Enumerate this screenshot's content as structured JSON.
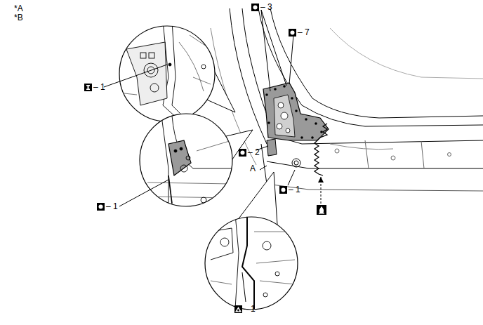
{
  "diagram": {
    "labels": [
      "*A",
      "*B",
      "– 3",
      "– 7",
      "– 1",
      "– 2",
      "A",
      "– 1",
      "– 1",
      "– 1"
    ]
  }
}
